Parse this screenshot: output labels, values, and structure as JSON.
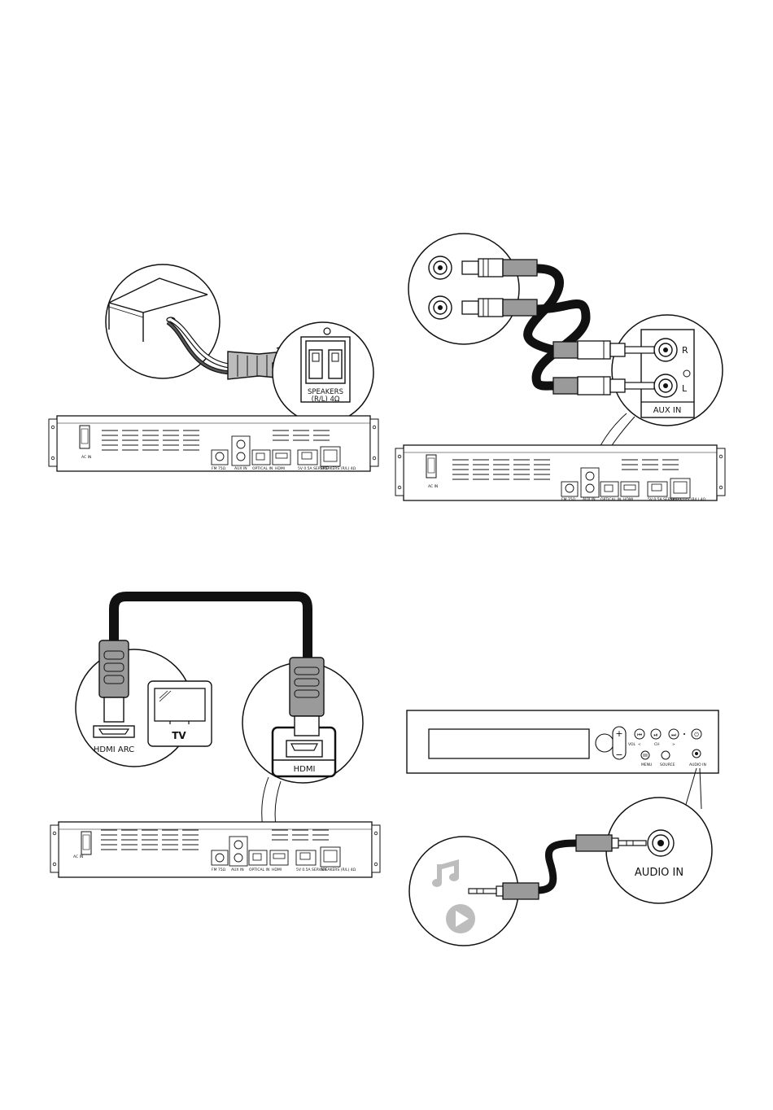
{
  "speakers_panel": {
    "jack_label_1": "SPEAKERS",
    "jack_label_2": "(R/L) 4Ω"
  },
  "aux_panel": {
    "right_label": "R",
    "left_label": "L",
    "jack_label": "AUX IN"
  },
  "hdmi_panel": {
    "tv_port_label": "HDMI ARC",
    "tv_label": "TV",
    "unit_port_label": "HDMI"
  },
  "audio_in_panel": {
    "jack_label": "AUDIO IN"
  },
  "rear_panel_labels": {
    "ac_in": "AC IN",
    "fm": "FM 75Ω",
    "aux_in": "AUX IN",
    "optical_in": "OPTICAL IN",
    "hdmi": "HDMI",
    "usb": "5V 0.5A SERVICE",
    "speakers": "SPEAKERS (R/L) 4Ω"
  },
  "front_panel_labels": {
    "vol": "VOL",
    "ch": "CH",
    "prev": "<",
    "next": ">",
    "menu": "MENU",
    "source": "SOURCE",
    "audio_in": "AUDIO IN"
  },
  "colors": {
    "line": "#111111",
    "cable": "#1a1a1a",
    "plug_fill": "#9a9a9a",
    "light_gray": "#c8c8c8",
    "icon_gray": "#bdbdbd"
  }
}
